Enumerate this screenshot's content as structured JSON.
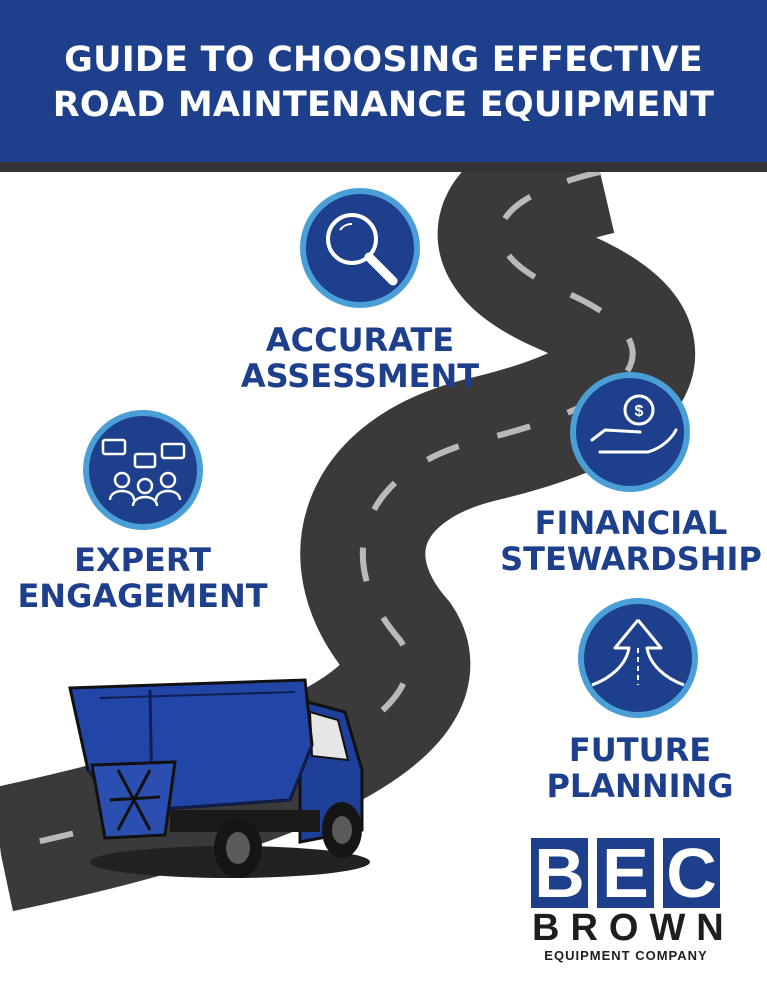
{
  "header": {
    "title_line1": "GUIDE TO CHOOSING EFFECTIVE",
    "title_line2": "ROAD MAINTENANCE EQUIPMENT"
  },
  "steps": [
    {
      "line1": "ACCURATE",
      "line2": "ASSESSMENT",
      "icon": "magnifying-glass-icon"
    },
    {
      "line1": "EXPERT",
      "line2": "ENGAGEMENT",
      "icon": "people-chat-icon"
    },
    {
      "line1": "FINANCIAL",
      "line2": "STEWARDSHIP",
      "icon": "hand-coin-icon"
    },
    {
      "line1": "FUTURE",
      "line2": "PLANNING",
      "icon": "road-arrow-icon"
    }
  ],
  "logo": {
    "letters": [
      "B",
      "E",
      "C"
    ],
    "name": "BROWN",
    "subtitle": "EQUIPMENT COMPANY"
  },
  "colors": {
    "brand_blue": "#1d3f8c",
    "ring_blue": "#4a9fd6",
    "road": "#3a3a3a"
  }
}
